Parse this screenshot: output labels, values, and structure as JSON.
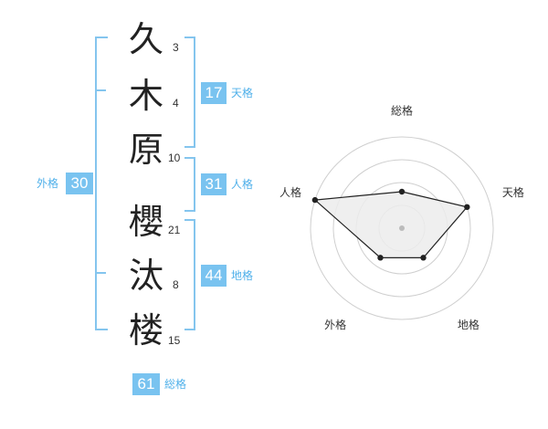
{
  "name": {
    "chars": [
      {
        "char": "久",
        "strokes": "3"
      },
      {
        "char": "木",
        "strokes": "4"
      },
      {
        "char": "原",
        "strokes": "10"
      },
      {
        "char": "櫻",
        "strokes": "21"
      },
      {
        "char": "汰",
        "strokes": "8"
      },
      {
        "char": "楼",
        "strokes": "15"
      }
    ]
  },
  "fortune": {
    "tenkaku": {
      "value": "17",
      "label": "天格"
    },
    "jinkaku": {
      "value": "31",
      "label": "人格"
    },
    "chikaku": {
      "value": "44",
      "label": "地格"
    },
    "gaikaku": {
      "value": "30",
      "label": "外格"
    },
    "soukaku": {
      "value": "61",
      "label": "総格"
    }
  },
  "colors": {
    "accent": "#79c3f0",
    "bracket": "#84c5ee",
    "radar_fill": "#ececec",
    "grid": "#cfcfcf"
  },
  "chart_data": {
    "type": "radar",
    "axes": [
      "総格",
      "天格",
      "地格",
      "外格",
      "人格"
    ],
    "values": [
      0.4,
      0.75,
      0.4,
      0.4,
      1.0
    ],
    "range": [
      0,
      1
    ]
  }
}
